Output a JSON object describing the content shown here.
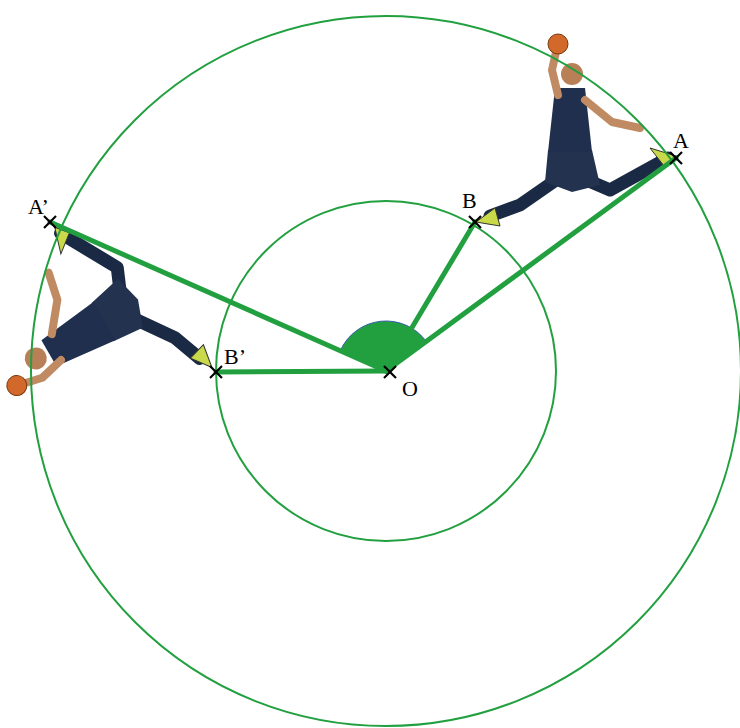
{
  "diagram": {
    "labels": [
      "A",
      "B",
      "A’",
      "B’",
      "O"
    ]
  }
}
